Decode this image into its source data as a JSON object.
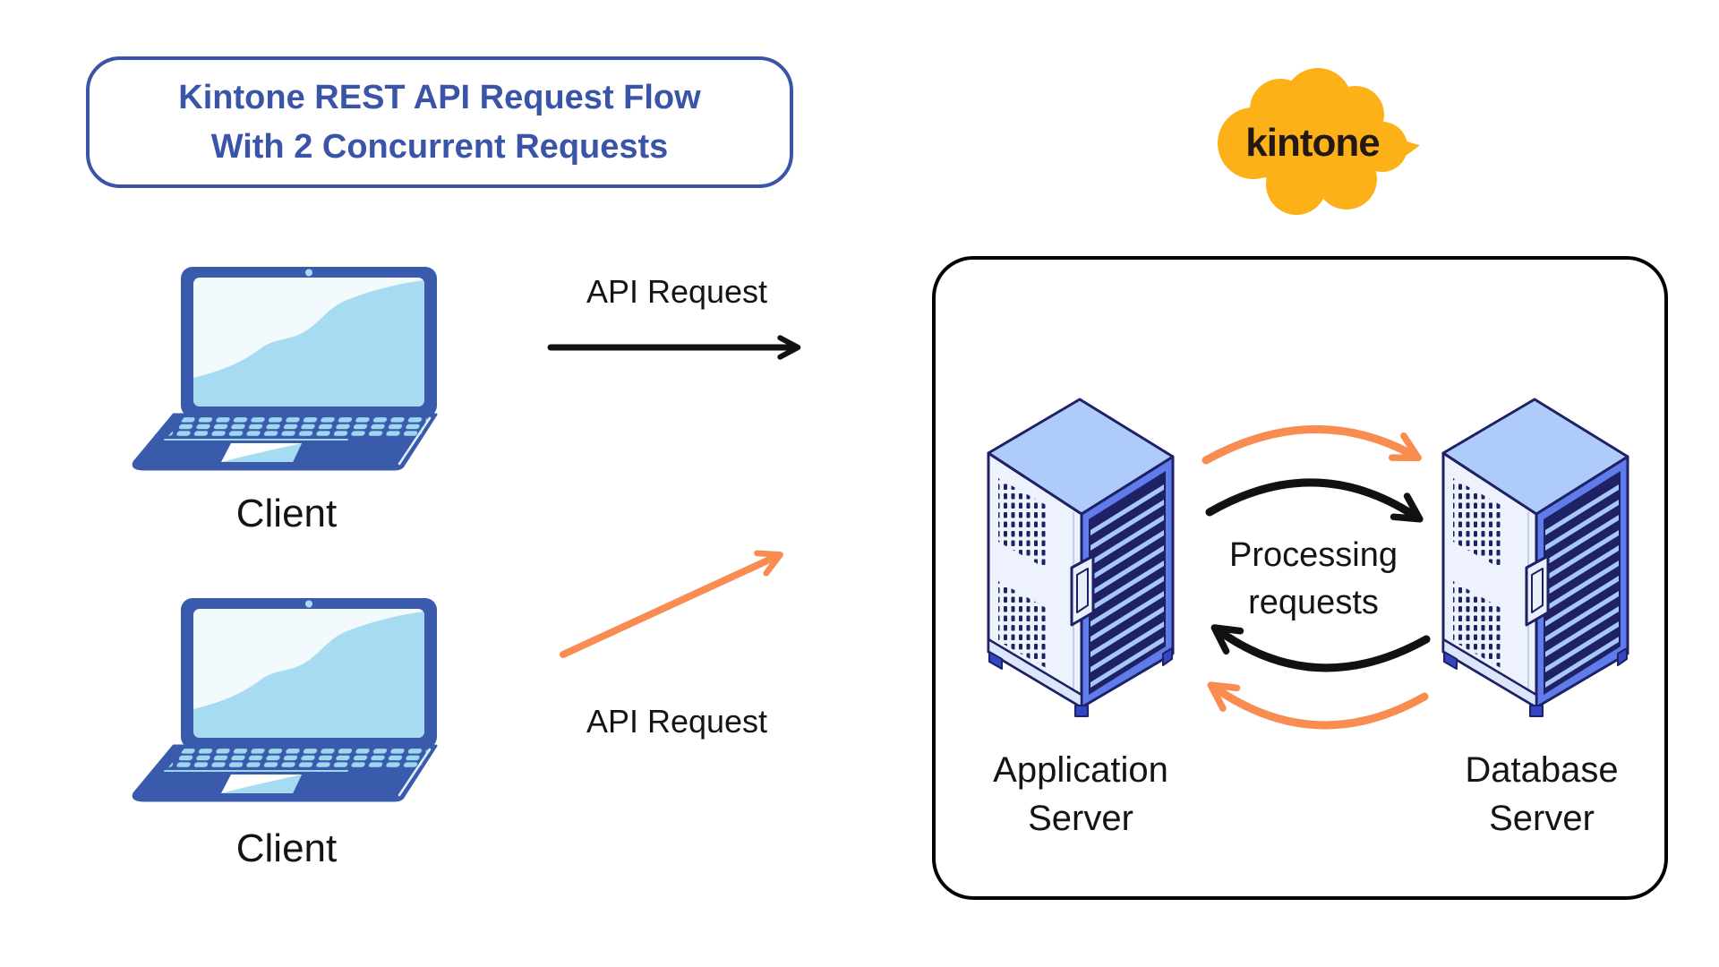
{
  "title": {
    "line1": "Kintone REST API Request Flow",
    "line2": "With 2 Concurrent Requests"
  },
  "logo": {
    "brand": "kintone"
  },
  "clients": {
    "client1_label": "Client",
    "client2_label": "Client"
  },
  "flow": {
    "request1_label": "API Request",
    "request2_label": "API Request",
    "processing_line1": "Processing",
    "processing_line2": "requests"
  },
  "kintone_box": {
    "app_server_line1": "Application",
    "app_server_line2": "Server",
    "db_server_line1": "Database",
    "db_server_line2": "Server"
  },
  "colors": {
    "background": "#FFFFFF",
    "title_blue": "#3A55A8",
    "arrow_black": "#111111",
    "arrow_orange": "#F88C51",
    "kintone_yellow": "#FBB117",
    "kintone_text": "#231815",
    "laptop_blue": "#3A5BAC",
    "laptop_screen_light": "#F3FAFD",
    "laptop_accent_blue": "#A6DBF1",
    "server_top_blue": "#AECBFA",
    "server_side_light": "#EEF2FC",
    "server_front_blue": "#5F7CEA",
    "server_outline_navy": "#1E2163",
    "box_border_black": "#000000"
  }
}
